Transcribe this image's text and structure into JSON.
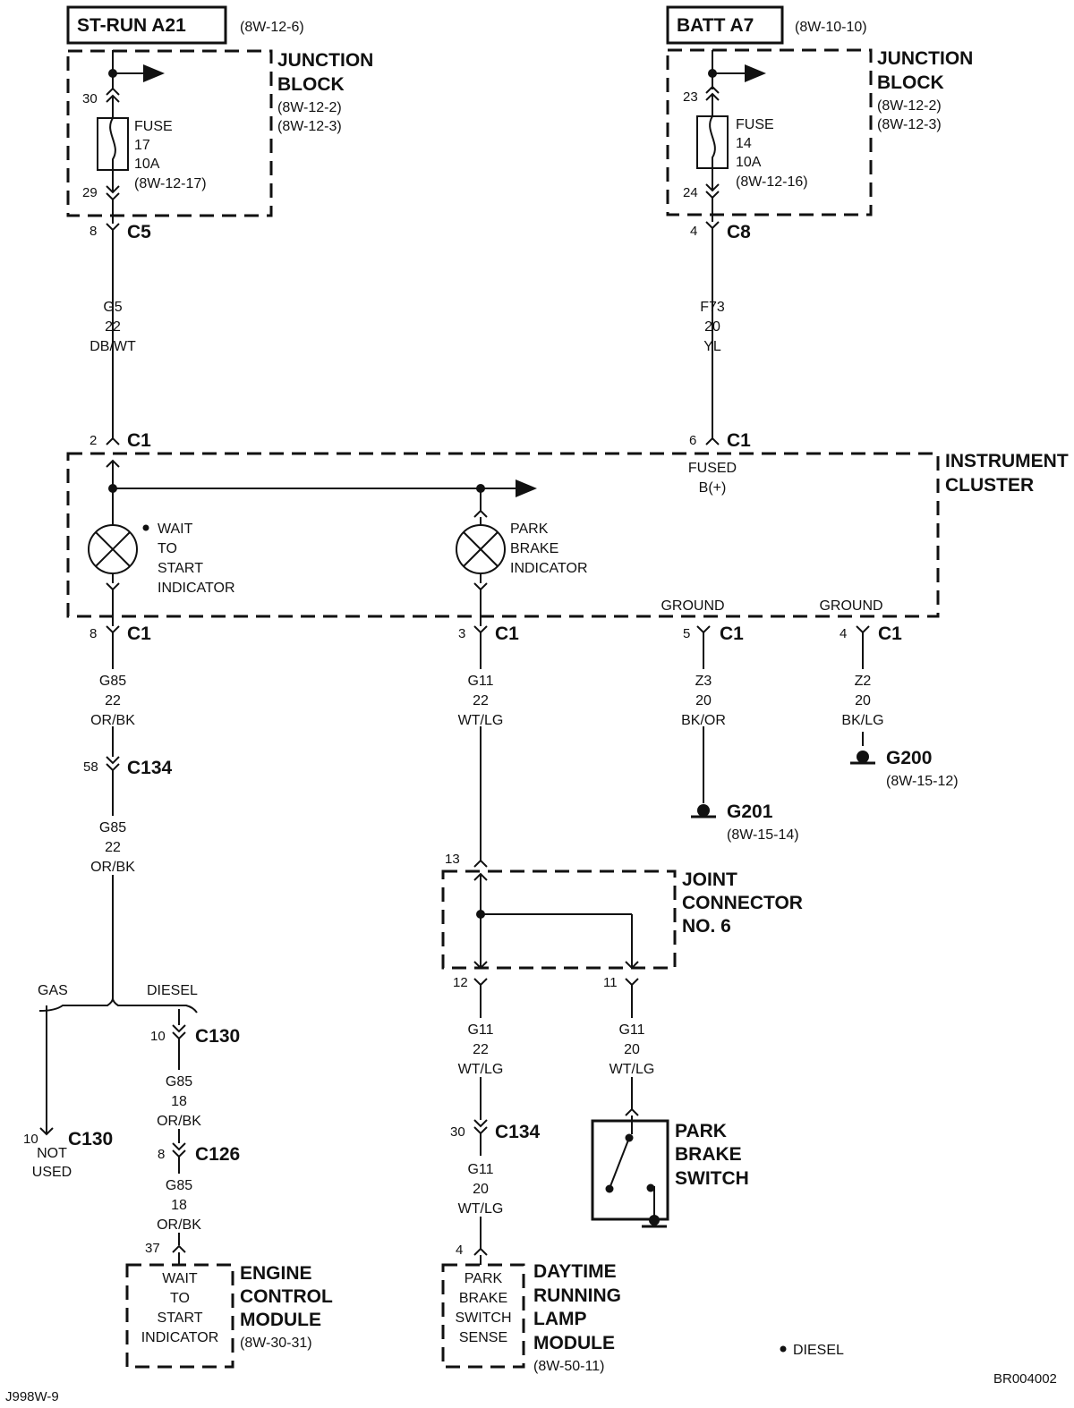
{
  "sources": {
    "st_run": {
      "label": "ST-RUN A21",
      "ref": "(8W-12-6)"
    },
    "batt": {
      "label": "BATT A7",
      "ref": "(8W-10-10)"
    }
  },
  "junction_block_left": {
    "title": [
      "JUNCTION",
      "BLOCK"
    ],
    "refs": [
      "(8W-12-2)",
      "(8W-12-3)"
    ],
    "pin_in": "30",
    "pin_out": "29",
    "fuse": [
      "FUSE",
      "17",
      "10A",
      "(8W-12-17)"
    ],
    "connector": {
      "pin": "8",
      "name": "C5"
    }
  },
  "junction_block_right": {
    "title": [
      "JUNCTION",
      "BLOCK"
    ],
    "refs": [
      "(8W-12-2)",
      "(8W-12-3)"
    ],
    "pin_in": "23",
    "pin_out": "24",
    "fuse": [
      "FUSE",
      "14",
      "10A",
      "(8W-12-16)"
    ],
    "connector": {
      "pin": "4",
      "name": "C8"
    }
  },
  "wires": {
    "g5": [
      "G5",
      "22",
      "DB/WT"
    ],
    "f73": [
      "F73",
      "20",
      "YL"
    ],
    "g85_a": [
      "G85",
      "22",
      "OR/BK"
    ],
    "g85_b": [
      "G85",
      "22",
      "OR/BK"
    ],
    "g85_c": [
      "G85",
      "18",
      "OR/BK"
    ],
    "g85_d": [
      "G85",
      "18",
      "OR/BK"
    ],
    "g11_a": [
      "G11",
      "22",
      "WT/LG"
    ],
    "g11_b": [
      "G11",
      "22",
      "WT/LG"
    ],
    "g11_c": [
      "G11",
      "20",
      "WT/LG"
    ],
    "g11_d": [
      "G11",
      "20",
      "WT/LG"
    ],
    "z3": [
      "Z3",
      "20",
      "BK/OR"
    ],
    "z2": [
      "Z2",
      "20",
      "BK/LG"
    ]
  },
  "instrument_cluster": {
    "title": [
      "INSTRUMENT",
      "CLUSTER"
    ],
    "c1_pin2": {
      "pin": "2",
      "name": "C1"
    },
    "c1_pin6": {
      "pin": "6",
      "name": "C1"
    },
    "fused": [
      "FUSED",
      "B(+)"
    ],
    "wait_indicator": [
      "WAIT",
      "TO",
      "START",
      "INDICATOR"
    ],
    "park_indicator": [
      "PARK",
      "BRAKE",
      "INDICATOR"
    ],
    "ground_1": "GROUND",
    "ground_2": "GROUND",
    "c1_pin8": {
      "pin": "8",
      "name": "C1"
    },
    "c1_pin3": {
      "pin": "3",
      "name": "C1"
    },
    "c1_pin5": {
      "pin": "5",
      "name": "C1"
    },
    "c1_pin4": {
      "pin": "4",
      "name": "C1"
    }
  },
  "grounds": {
    "g201": {
      "name": "G201",
      "ref": "(8W-15-14)"
    },
    "g200": {
      "name": "G200",
      "ref": "(8W-15-12)"
    }
  },
  "connectors": {
    "c134_left": {
      "pin": "58",
      "name": "C134"
    },
    "c130_diesel": {
      "pin": "10",
      "name": "C130"
    },
    "c130_gas": {
      "pin": "10",
      "name": "C130"
    },
    "c126": {
      "pin": "8",
      "name": "C126"
    },
    "c134_right": {
      "pin": "30",
      "name": "C134"
    }
  },
  "branch": {
    "gas": "GAS",
    "diesel": "DIESEL",
    "not_used": [
      "NOT",
      "USED"
    ]
  },
  "joint_connector": {
    "title": [
      "JOINT",
      "CONNECTOR",
      "NO. 6"
    ],
    "pin_in": "13",
    "pin_out_a": "12",
    "pin_out_b": "11"
  },
  "park_brake_switch": {
    "title": [
      "PARK",
      "BRAKE",
      "SWITCH"
    ]
  },
  "ecm": {
    "pin": "37",
    "inner": [
      "WAIT",
      "TO",
      "START",
      "INDICATOR"
    ],
    "title": [
      "ENGINE",
      "CONTROL",
      "MODULE"
    ],
    "ref": "(8W-30-31)"
  },
  "drl": {
    "pin": "4",
    "inner": [
      "PARK",
      "BRAKE",
      "SWITCH",
      "SENSE"
    ],
    "title": [
      "DAYTIME",
      "RUNNING",
      "LAMP",
      "MODULE"
    ],
    "ref": "(8W-50-11)"
  },
  "legend": {
    "diesel": "DIESEL"
  },
  "footer": {
    "left": "J998W-9",
    "right": "BR004002"
  }
}
